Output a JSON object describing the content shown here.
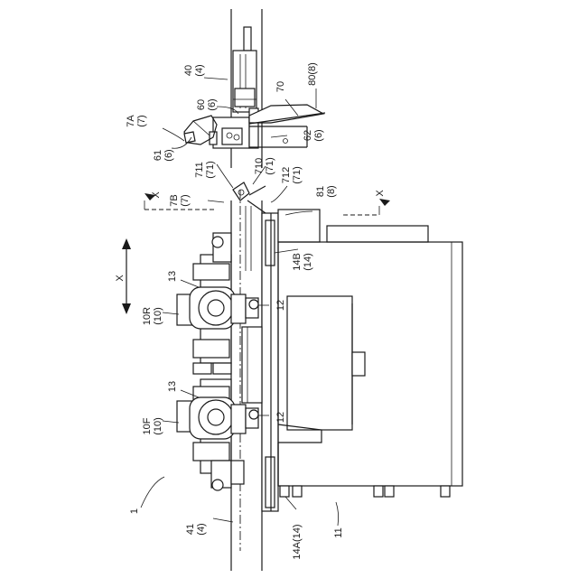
{
  "labels": {
    "l40": "40",
    "l40s": "(4)",
    "l70": "70",
    "l80": "80(8)",
    "l7a": "7A",
    "l7as": "(7)",
    "l60": "60",
    "l60s": "(6)",
    "l62": "62",
    "l62s": "(6)",
    "l61": "61",
    "l61s": "(6)",
    "l711": "711",
    "l711s": "(71)",
    "l710": "710",
    "l710s": "(71)",
    "l712": "712",
    "l712s": "(71)",
    "lx1": "X",
    "lx2": "X",
    "l7b": "7B",
    "l7bs": "(7)",
    "l81": "81",
    "l81s": "(8)",
    "l14b": "14B",
    "l14bs": "(14)",
    "lx": "X",
    "l13a": "13",
    "l13b": "13",
    "l10r": "10R",
    "l10rs": "(10)",
    "l12a": "12",
    "l12b": "12",
    "l10f": "10F",
    "l10fs": "(10)",
    "l1": "1",
    "l41": "41",
    "l41s": "(4)",
    "l14a": "14A(14)",
    "l11": "11"
  }
}
